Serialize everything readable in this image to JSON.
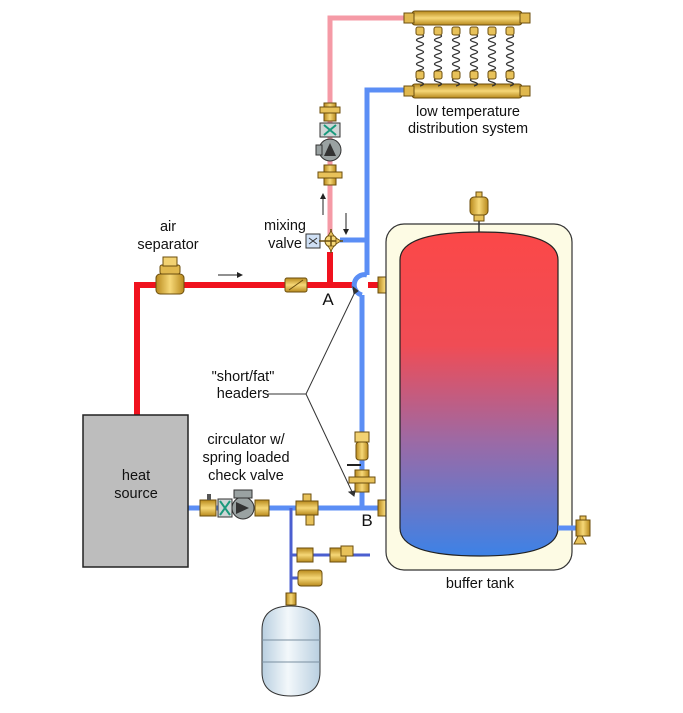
{
  "labels": {
    "distribution": [
      "low temperature",
      "distribution system"
    ],
    "air_separator": [
      "air",
      "separator"
    ],
    "mixing_valve": [
      "mixing",
      "valve"
    ],
    "point_a": "A",
    "point_b": "B",
    "headers": [
      "\"short/fat\"",
      "headers"
    ],
    "circulator": [
      "circulator w/",
      "spring loaded",
      "check valve"
    ],
    "heat_source": [
      "heat",
      "source"
    ],
    "buffer_tank": "buffer tank"
  },
  "colors": {
    "hot_pipe": "#f0121e",
    "cool_pipe": "#5b8ef5",
    "supply_light": "#f59aa6",
    "boiler_fill": "#bdbdbd",
    "tank_jacket": "#fdfbe4",
    "tank_hot": "#fb4848",
    "tank_cold": "#3d82e6",
    "brass": "#e8c25a",
    "expansion_tank": "#dde9f2"
  },
  "icons": {
    "manifold": "manifold-icon",
    "circulator": "circulator-pump-icon",
    "air_separator": "air-separator-icon",
    "mixing_valve": "mixing-valve-icon",
    "check_valve": "check-valve-icon",
    "expansion_tank": "expansion-tank-icon",
    "air_vent": "air-vent-icon",
    "drain_valve": "drain-valve-icon"
  }
}
